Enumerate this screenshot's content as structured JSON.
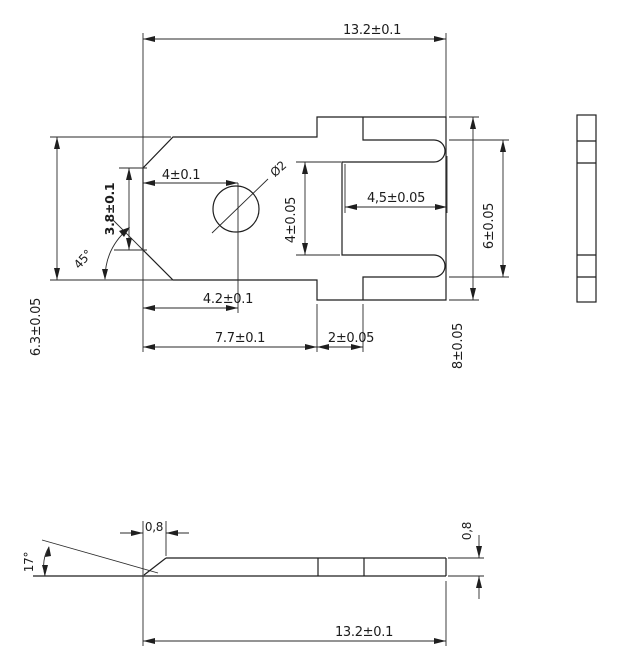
{
  "drawing": {
    "colors": {
      "background": "#ffffff",
      "line": "#1f1f1f"
    },
    "top_view": {
      "overall_length": "13.2±0.1",
      "blade_height": "6.3±0.05",
      "tip_flat": "3.8±0.1",
      "hole_center_offset": "4±0.1",
      "hole_diameter": "Ø2",
      "chamfer_angle": "45°",
      "hole_edge_offset": "4.2±0.1",
      "blade_length": "7.7±0.1",
      "neck_length": "2±0.05",
      "slot_length": "4,5±0.05",
      "slots_inner_span": "4±0.05",
      "slots_outer_span": "6±0.05",
      "body_height": "8±0.05"
    },
    "bottom_view": {
      "tip_angle": "17°",
      "tip_chamfer_length": "0,8",
      "thickness": "0,8",
      "overall_length": "13.2±0.1"
    }
  }
}
